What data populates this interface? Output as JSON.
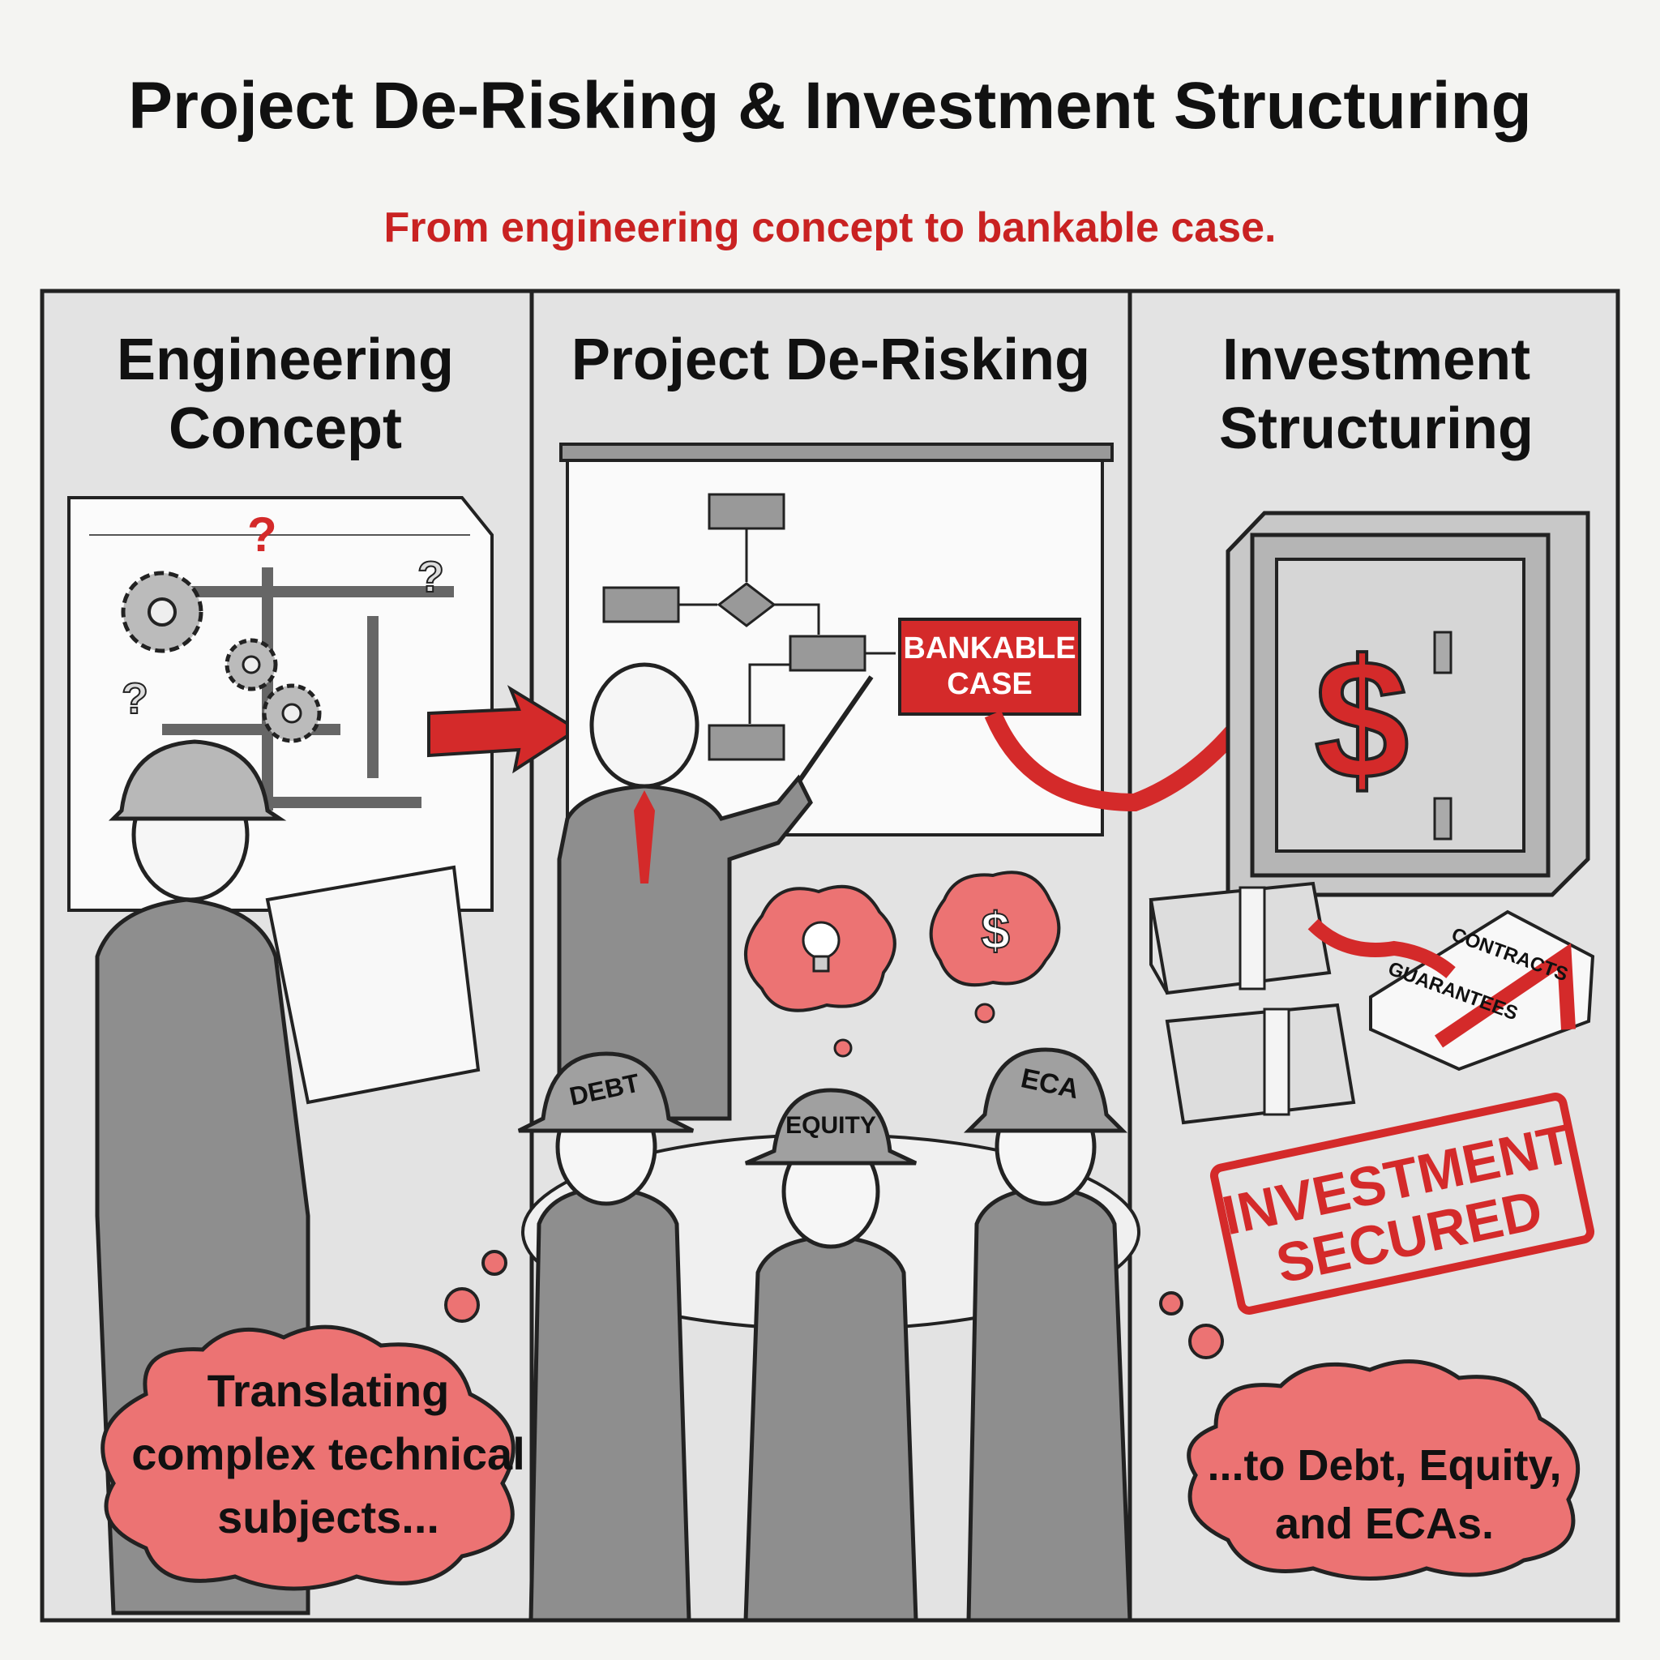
{
  "header": {
    "title": "Project De-Risking & Investment Structuring",
    "subtitle": "From engineering concept to bankable case."
  },
  "panels": [
    {
      "heading_lines": [
        "Engineering",
        "Concept"
      ],
      "thought_lines": [
        "Translating",
        "complex technical",
        "subjects..."
      ]
    },
    {
      "heading_lines": [
        "Project De-Risking"
      ],
      "board_label_lines": [
        "BANKABLE",
        "CASE"
      ],
      "hat_labels": [
        "DEBT",
        "EQUITY",
        "ECA"
      ]
    },
    {
      "heading_lines": [
        "Investment",
        "Structuring"
      ],
      "document_labels": [
        "CONTRACTS",
        "GUARANTEES"
      ],
      "stamp_lines": [
        "INVESTMENT",
        "SECURED"
      ],
      "thought_lines": [
        "...to Debt, Equity,",
        "and ECAs."
      ]
    }
  ],
  "icons": [
    "gear-icon",
    "question-mark-icon",
    "arrow-right-icon",
    "lightbulb-icon",
    "dollar-icon",
    "safe-icon",
    "money-stack-icon"
  ],
  "colors": {
    "accent": "#d42a2a",
    "cloud": "#ec7373",
    "panel": "#e4e4e4",
    "ink": "#111111"
  }
}
